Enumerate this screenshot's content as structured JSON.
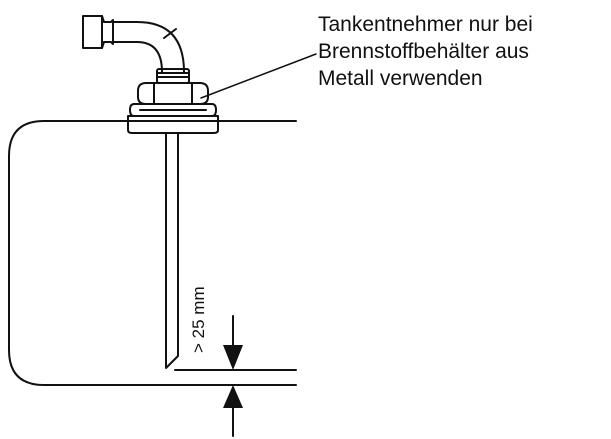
{
  "callout": {
    "lines": [
      "Tankentnehmer nur bei",
      "Brennstoffbehälter aus",
      "Metall verwenden"
    ]
  },
  "dimension": {
    "label": "> 25 mm"
  }
}
